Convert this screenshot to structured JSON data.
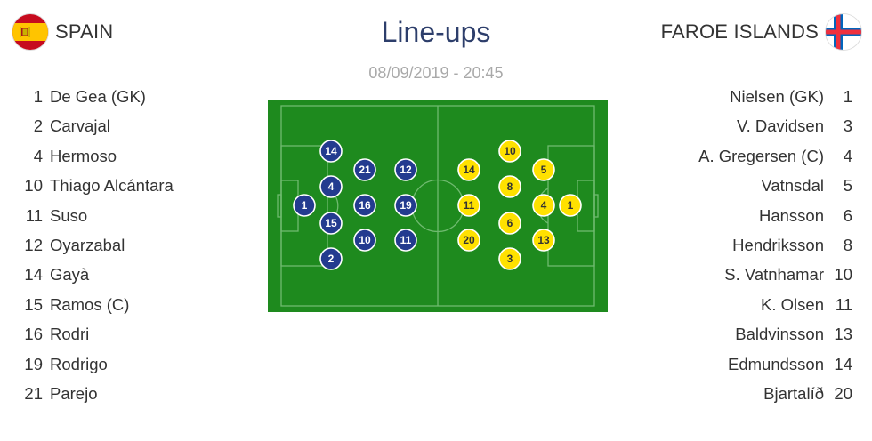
{
  "header": {
    "title": "Line-ups",
    "datetime": "08/09/2019 - 20:45"
  },
  "home": {
    "name": "SPAIN",
    "flag_icon": "spain-flag-icon",
    "color": "#233b8f",
    "players": [
      {
        "num": "1",
        "name": "De Gea (GK)"
      },
      {
        "num": "2",
        "name": "Carvajal"
      },
      {
        "num": "4",
        "name": "Hermoso"
      },
      {
        "num": "10",
        "name": "Thiago Alcántara"
      },
      {
        "num": "11",
        "name": "Suso"
      },
      {
        "num": "12",
        "name": "Oyarzabal"
      },
      {
        "num": "14",
        "name": "Gayà"
      },
      {
        "num": "15",
        "name": "Ramos (C)"
      },
      {
        "num": "16",
        "name": "Rodri"
      },
      {
        "num": "19",
        "name": "Rodrigo"
      },
      {
        "num": "21",
        "name": "Parejo"
      }
    ]
  },
  "away": {
    "name": "FAROE ISLANDS",
    "flag_icon": "faroe-islands-flag-icon",
    "color": "#ffe100",
    "players": [
      {
        "num": "1",
        "name": "Nielsen (GK)"
      },
      {
        "num": "3",
        "name": "V. Davidsen"
      },
      {
        "num": "4",
        "name": "A. Gregersen (C)"
      },
      {
        "num": "5",
        "name": "Vatnsdal"
      },
      {
        "num": "6",
        "name": "Hansson"
      },
      {
        "num": "8",
        "name": "Hendriksson"
      },
      {
        "num": "10",
        "name": "S. Vatnhamar"
      },
      {
        "num": "11",
        "name": "K. Olsen"
      },
      {
        "num": "13",
        "name": "Baldvinsson"
      },
      {
        "num": "14",
        "name": "Edmundsson"
      },
      {
        "num": "20",
        "name": "Bjartalíð"
      }
    ]
  },
  "pitch": {
    "grass_color": "#1e8a1e",
    "home_markers": [
      "1",
      "14",
      "4",
      "15",
      "2",
      "21",
      "16",
      "10",
      "12",
      "19",
      "11"
    ],
    "away_markers": [
      "1",
      "5",
      "4",
      "13",
      "10",
      "8",
      "6",
      "3",
      "14",
      "11",
      "20"
    ]
  }
}
